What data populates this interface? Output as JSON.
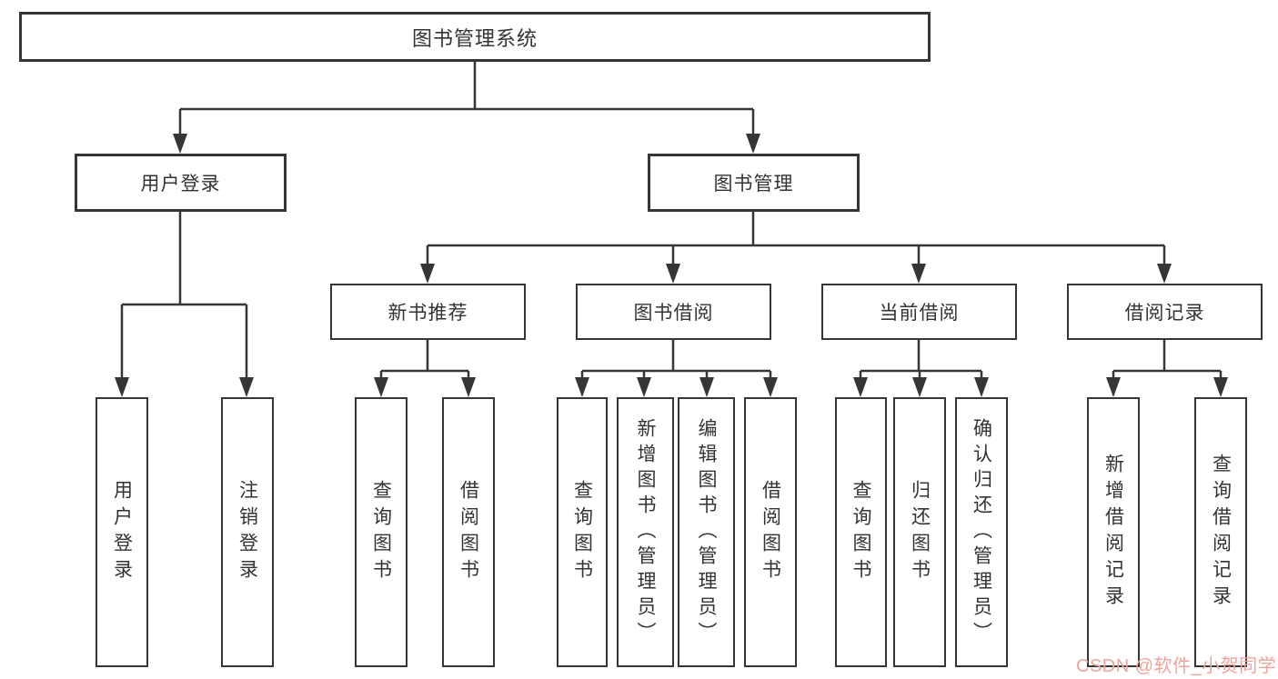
{
  "diagram": {
    "title": "图书管理系统",
    "branches": [
      {
        "label": "用户登录",
        "children": [
          {
            "label": "用户登录"
          },
          {
            "label": "注销登录"
          }
        ]
      },
      {
        "label": "图书管理",
        "children": [
          {
            "label": "新书推荐",
            "children": [
              {
                "label": "查询图书"
              },
              {
                "label": "借阅图书"
              }
            ]
          },
          {
            "label": "图书借阅",
            "children": [
              {
                "label": "查询图书"
              },
              {
                "label": "新增图书（管理员）"
              },
              {
                "label": "编辑图书（管理员）"
              },
              {
                "label": "借阅图书"
              }
            ]
          },
          {
            "label": "当前借阅",
            "children": [
              {
                "label": "查询图书"
              },
              {
                "label": "归还图书"
              },
              {
                "label": "确认归还（管理员）"
              }
            ]
          },
          {
            "label": "借阅记录",
            "children": [
              {
                "label": "新增借阅记录"
              },
              {
                "label": "查询借阅记录"
              }
            ]
          }
        ]
      }
    ],
    "watermark": "CSDN @软件_小贺同学"
  },
  "colors": {
    "line": "#363636",
    "box_border": "#363636",
    "text": "#333333",
    "watermark": "#f0a39b",
    "background": "#ffffff"
  }
}
